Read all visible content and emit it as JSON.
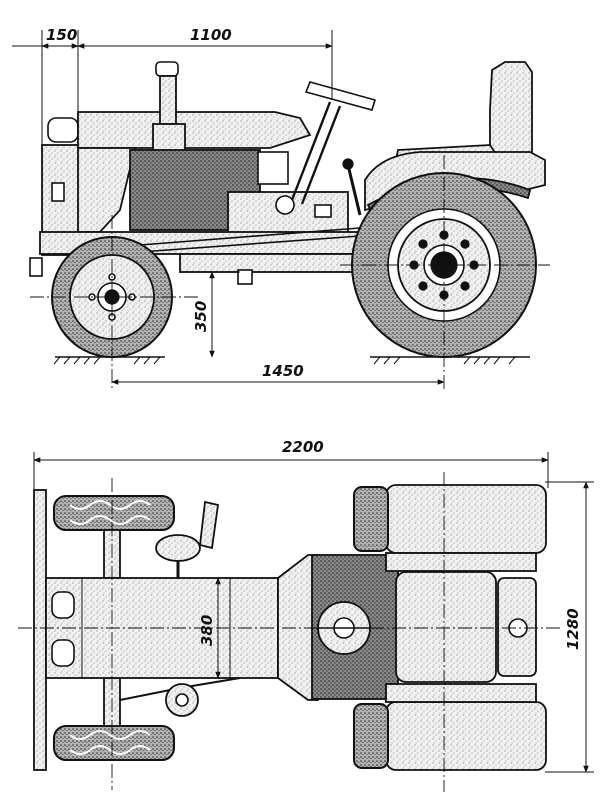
{
  "dimensions": {
    "side_front_overhang": "150",
    "side_hood_length": "1100",
    "side_ground_clearance": "350",
    "side_wheelbase": "1450",
    "top_overall_length": "2200",
    "top_frame_width": "380",
    "top_overall_width": "1280"
  },
  "colors": {
    "line": "#111111",
    "paper": "#ffffff"
  }
}
